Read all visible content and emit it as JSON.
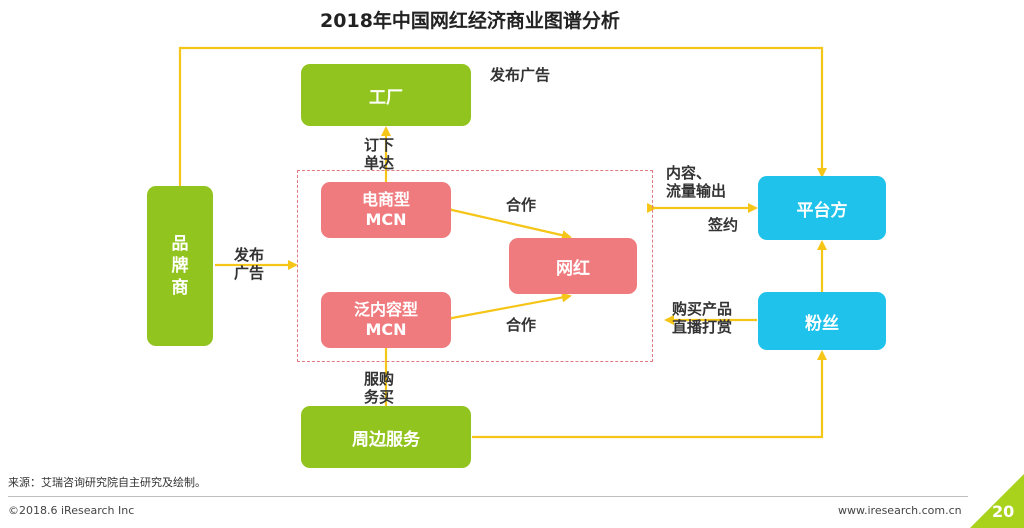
{
  "title": "2018年中国网红经济商业图谱分析",
  "nodes": {
    "factory": "工厂",
    "brand": "品\n牌\n商",
    "ecommerce_mcn": "电商型\nMCN",
    "content_mcn": "泛内容型\nMCN",
    "influencer": "网红",
    "platform": "平台方",
    "fans": "粉丝",
    "services": "周边服务"
  },
  "edge_labels": {
    "publish_ad_top": "发布广告",
    "place_order": "订下\n单达",
    "publish_ad_left": "发布\n广告",
    "cooperate_top": "合作",
    "cooperate_bottom": "合作",
    "content_traffic": "内容、\n流量输出",
    "sign": "签约",
    "buy_products": "购买产品\n直播打赏",
    "service_purchase": "服购\n务买"
  },
  "footer": {
    "source": "来源：艾瑞咨询研究院自主研究及绘制。",
    "copyright": "©2018.6 iResearch Inc",
    "url": "www.iresearch.com.cn",
    "page": "20"
  },
  "colors": {
    "green": "#92c41f",
    "red": "#f07b7f",
    "blue": "#1ec2ea",
    "arrow": "#f5c518"
  }
}
